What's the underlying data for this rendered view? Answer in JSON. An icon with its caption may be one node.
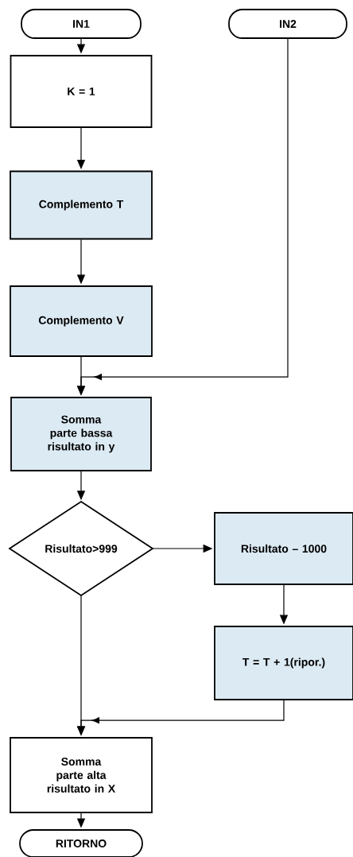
{
  "diagram": {
    "nodes": [
      {
        "text": [
          "IN1"
        ]
      },
      {
        "text": [
          "IN2"
        ]
      },
      {
        "text": [
          "K = 1"
        ]
      },
      {
        "text": [
          "Complemento T"
        ]
      },
      {
        "text": [
          "Complemento V"
        ]
      },
      {
        "text": [
          "Somma parte bassa risultato in y"
        ]
      },
      {
        "text": [
          "Risultato>999"
        ]
      },
      {
        "text": [
          "Risultato – 1000"
        ]
      },
      {
        "text": [
          "T = T + 1(ripor.)"
        ]
      },
      {
        "text": [
          "Somma parte alta risultato in X"
        ]
      },
      {
        "text": [
          "RITORNO"
        ]
      }
    ],
    "edges": [
      {
        "from": 0,
        "to": 2,
        "arrow": "to"
      },
      {
        "from": 2,
        "to": 3,
        "arrow": "to"
      },
      {
        "from": 3,
        "to": 4,
        "arrow": "to"
      },
      {
        "from": 4,
        "to": 5,
        "arrow": "to"
      },
      {
        "from": 1,
        "to": 5,
        "arrow": "to"
      },
      {
        "from": 5,
        "to": 6,
        "arrow": "to"
      },
      {
        "from": 6,
        "to": 7,
        "arrow": "to"
      },
      {
        "from": 7,
        "to": 8,
        "arrow": "to"
      },
      {
        "from": 6,
        "to": 9,
        "arrow": "to"
      },
      {
        "from": 8,
        "to": 9,
        "arrow": "to"
      },
      {
        "from": 9,
        "to": 10,
        "arrow": "to"
      }
    ]
  }
}
